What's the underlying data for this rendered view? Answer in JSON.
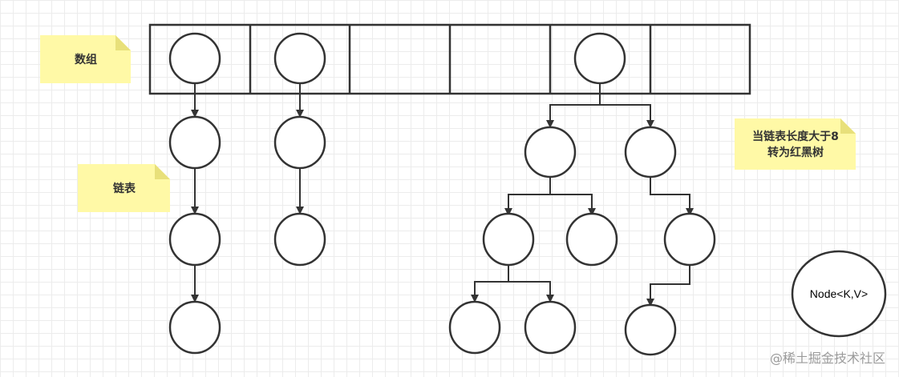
{
  "notes": {
    "array": "数组",
    "linked_list": "链表",
    "tree_line1": "当链表长度大于8",
    "tree_line2": "转为红黑树"
  },
  "legend": {
    "node_label": "Node<K,V>"
  },
  "watermark": {
    "text": "@稀土掘金技术社区"
  },
  "colors": {
    "note_fill": "#fff9a6",
    "note_fold": "#e8e07a",
    "stroke": "#333333",
    "watermark": "#9a9a9a"
  }
}
